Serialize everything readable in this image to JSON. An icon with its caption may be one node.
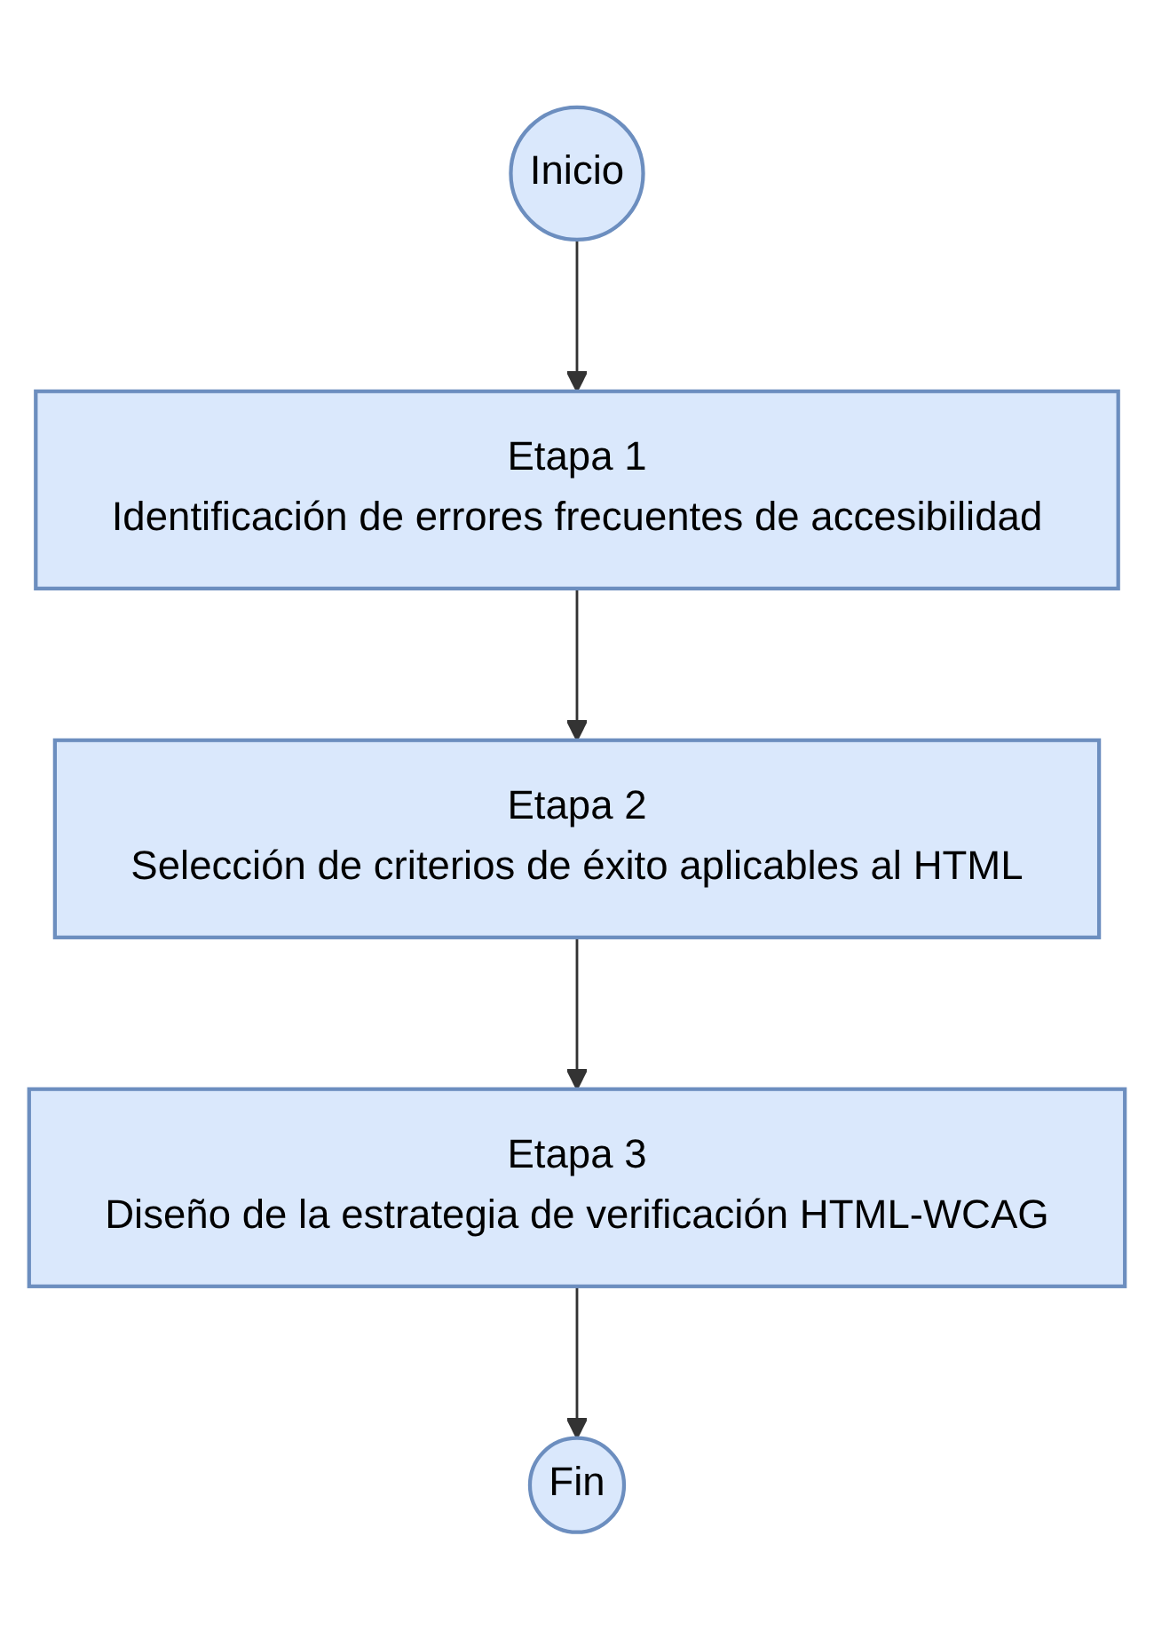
{
  "diagram": {
    "nodes": [
      {
        "text": [
          "Inicio"
        ]
      },
      {
        "text": [
          "Etapa 1",
          "Identificación de errores frecuentes de accesibilidad"
        ]
      },
      {
        "text": [
          "Etapa 2",
          "Selección de criterios de éxito aplicables al HTML"
        ]
      },
      {
        "text": [
          "Etapa 3",
          "Diseño de la estrategia de verificación HTML-WCAG"
        ]
      },
      {
        "text": [
          "Fin"
        ]
      }
    ],
    "edges": [
      {
        "from": 0,
        "to": 1,
        "arrow": "to"
      },
      {
        "from": 1,
        "to": 2,
        "arrow": "to"
      },
      {
        "from": 2,
        "to": 3,
        "arrow": "to"
      },
      {
        "from": 3,
        "to": 4,
        "arrow": "to"
      }
    ]
  }
}
